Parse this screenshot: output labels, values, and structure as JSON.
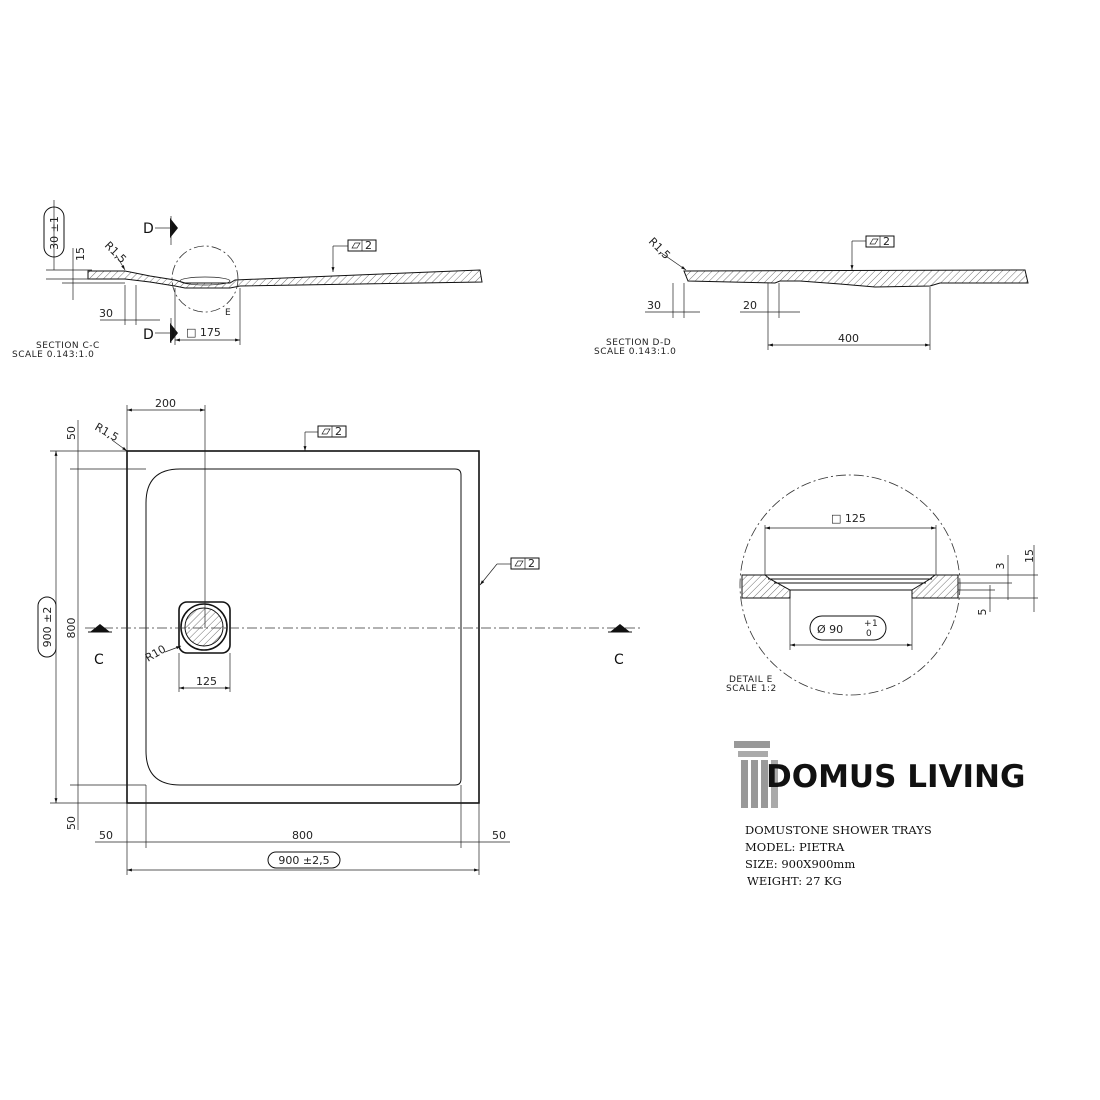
{
  "section_cc": {
    "title": "SECTION C-C",
    "scale": "SCALE 0.143:1.0",
    "dim_height": "30 ±1",
    "dim_15": "15",
    "dim_30": "30",
    "dim_175": "□ 175",
    "radius": "R1,5",
    "flatness": "2",
    "marker_d": "D",
    "detail_letter": "E"
  },
  "section_dd": {
    "title": "SECTION D-D",
    "scale": "SCALE 0.143:1.0",
    "radius": "R1,5",
    "flatness": "2",
    "dim_30": "30",
    "dim_20": "20",
    "dim_400": "400"
  },
  "plan": {
    "dim_200": "200",
    "radius": "R1,5",
    "flatness_top": "2",
    "flatness_right": "2",
    "dim_top_50": "50",
    "dim_bottom_50": "50",
    "dim_800_v": "800",
    "dim_900_v": "900 ±2",
    "dim_left_50": "50",
    "dim_800_h": "800",
    "dim_right_50": "50",
    "dim_900_h": "900 ±2,5",
    "dim_125": "125",
    "radius_drain": "R10",
    "section_c": "C"
  },
  "detail_e": {
    "title": "DETAIL E",
    "scale": "SCALE 1:2",
    "dim_125": "□ 125",
    "dim_90": "Ø 90",
    "tol_plus": "+1",
    "tol_zero": "0",
    "dim_3": "3",
    "dim_15": "15",
    "dim_5": "5"
  },
  "brand": {
    "name": "DOMUS LIVING",
    "line1": "DOMUSTONE SHOWER TRAYS",
    "line2": "MODEL: PIETRA",
    "line3": "SIZE: 900X900mm",
    "line4": "WEIGHT: 27 KG"
  }
}
